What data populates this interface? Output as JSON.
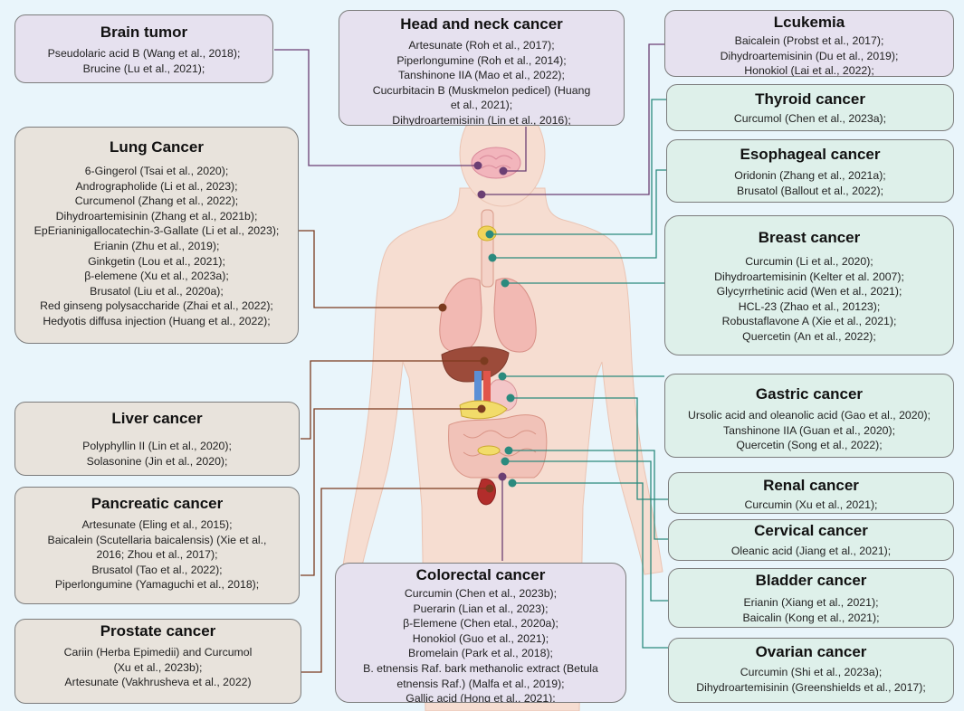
{
  "boxes": {
    "brain": {
      "title": "Brain tumor",
      "items": [
        "Pseudolaric acid B (Wang et al., 2018);",
        "Brucine (Lu et al., 2021);"
      ]
    },
    "head_neck": {
      "title": "Head and neck cancer",
      "items": [
        "Artesunate (Roh et al., 2017);",
        "Piperlongumine (Roh et al., 2014);",
        "Tanshinone IIA (Mao et al., 2022);",
        "Cucurbitacin B (Muskmelon pedicel) (Huang et al., 2021);",
        "Dihydroartemisinin (Lin et al., 2016);"
      ]
    },
    "leukemia": {
      "title": "Lcukemia",
      "items": [
        "Baicalein (Probst et al., 2017);",
        "Dihydroartemisinin (Du et al., 2019);",
        "Honokiol (Lai et al., 2022);"
      ]
    },
    "thyroid": {
      "title": "Thyroid cancer",
      "items": [
        "Curcumol (Chen et al., 2023a);"
      ]
    },
    "esophageal": {
      "title": "Esophageal cancer",
      "items": [
        "Oridonin (Zhang et al., 2021a);",
        "Brusatol (Ballout et al., 2022);"
      ]
    },
    "lung": {
      "title": "Lung Cancer",
      "items": [
        "6-Gingerol (Tsai et al., 2020);",
        "Andrographolide (Li et al., 2023);",
        "Curcumenol (Zhang et al., 2022);",
        "Dihydroartemisinin (Zhang et al., 2021b);",
        "EpErianinigallocatechin-3-Gallate (Li et al., 2023);",
        "Erianin (Zhu et al., 2019);",
        "Ginkgetin (Lou et al., 2021);",
        "β-elemene (Xu et al., 2023a);",
        "Brusatol (Liu et al., 2020a);",
        "Red ginseng polysaccharide (Zhai et al., 2022);",
        "Hedyotis diffusa injection (Huang et al., 2022);"
      ]
    },
    "breast": {
      "title": "Breast cancer",
      "items": [
        "Curcumin (Li et al., 2020);",
        "Dihydroartemisinin (Kelter et al. 2007);",
        "Glycyrrhetinic acid (Wen et al., 2021);",
        "HCL-23 (Zhao et al., 20123);",
        "Robustaflavone A (Xie et al., 2021);",
        "Quercetin (An et al., 2022);"
      ]
    },
    "gastric": {
      "title": "Gastric cancer",
      "items": [
        "Ursolic acid and oleanolic acid (Gao et al., 2020);",
        "Tanshinone IIA (Guan et al., 2020);",
        "Quercetin (Song et al., 2022);"
      ]
    },
    "liver": {
      "title": "Liver cancer",
      "items": [
        "Polyphyllin II (Lin et al., 2020);",
        "Solasonine (Jin et al., 2020);"
      ]
    },
    "renal": {
      "title": "Renal cancer",
      "items": [
        "Curcumin (Xu et al., 2021);"
      ]
    },
    "pancreatic": {
      "title": "Pancreatic  cancer",
      "items": [
        "Artesunate (Eling et al., 2015);",
        "Baicalein (Scutellaria baicalensis) (Xie et al., 2016; Zhou et al., 2017);",
        "Brusatol (Tao et al., 2022);",
        "Piperlongumine (Yamaguchi et al., 2018);"
      ]
    },
    "cervical": {
      "title": "Cervical cancer",
      "items": [
        "Oleanic acid (Jiang et al., 2021);"
      ]
    },
    "colorectal": {
      "title": "Colorectal cancer",
      "items": [
        "Curcumin (Chen et al., 2023b);",
        "Puerarin (Lian et al., 2023);",
        "β-Elemene (Chen etal., 2020a);",
        "Honokiol (Guo et al., 2021);",
        "Bromelain (Park et al., 2018);",
        "B. etnensis Raf. bark methanolic extract (Betula etnensis Raf.) (Malfa et al., 2019);",
        "Gallic acid (Hong et al., 2021);"
      ]
    },
    "bladder": {
      "title": "Bladder cancer",
      "items": [
        "Erianin (Xiang et al., 2021);",
        "Baicalin (Kong et al., 2021);"
      ]
    },
    "prostate": {
      "title": "Prostate cancer",
      "items": [
        "Cariin (Herba Epimedii) and Curcumol (Xu et al., 2023b);",
        "Artesunate (Vakhrusheva et al., 2022)"
      ]
    },
    "ovarian": {
      "title": "Ovarian cancer",
      "items": [
        "Curcumin (Shi et al., 2023a);",
        "Dihydroartemisinin (Greenshields et al., 2017);"
      ]
    }
  },
  "colors": {
    "purple_box": "#e6e1ef",
    "beige_box": "#e8e3dc",
    "green_box": "#def0ea",
    "purple_line": "#6b3f73",
    "brown_line": "#7b3b1f",
    "teal_line": "#2b8a7e",
    "background": "#e9f5fb"
  }
}
